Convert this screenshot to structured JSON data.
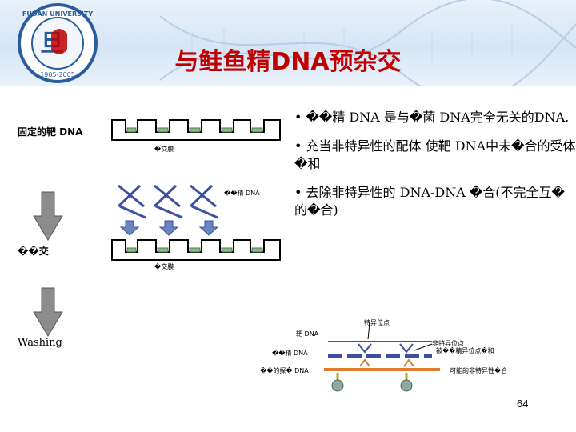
{
  "header": {
    "title": "与鲑鱼精DNA预杂交",
    "logo_text": "FUDAN UNIVERSITY",
    "logo_years": "1905-2005"
  },
  "bullets": [
    "• ��精 DNA 是与�菌 DNA完全无关的DNA.",
    "• 充当非特异性的配体 使靶 DNA中未�合的受体�和",
    "• 去除非特异性的 DNA-DNA �合(不完全互�的�合)"
  ],
  "figure": {
    "label_fixed_target": "固定的靶 DNA",
    "label_membrane_1": "�交膜",
    "label_salmon_dna": "��精 DNA",
    "label_hybrid": "��交",
    "label_membrane_2": "�交膜",
    "label_washing": "Washing",
    "label_specific_site": "特异位点",
    "label_target_dna": "靶 DNA",
    "label_nonspecific_site": "非特异位点",
    "label_nonspecific_site_2": "被��精异位点�和",
    "label_salmon_dna_2": "��精 DNA",
    "label_probe": "��的探� DNA",
    "label_possible_nonspecific": "可能的非特异性�合"
  },
  "colors": {
    "title": "#c00000",
    "arrow_fill": "#8c8c8c",
    "well_fill": "#8ab88a",
    "salmon_strand": "#3d4fa0",
    "probe_strand": "#e07a2c",
    "probe_node": "#8fa9a0"
  },
  "page_number": "64"
}
